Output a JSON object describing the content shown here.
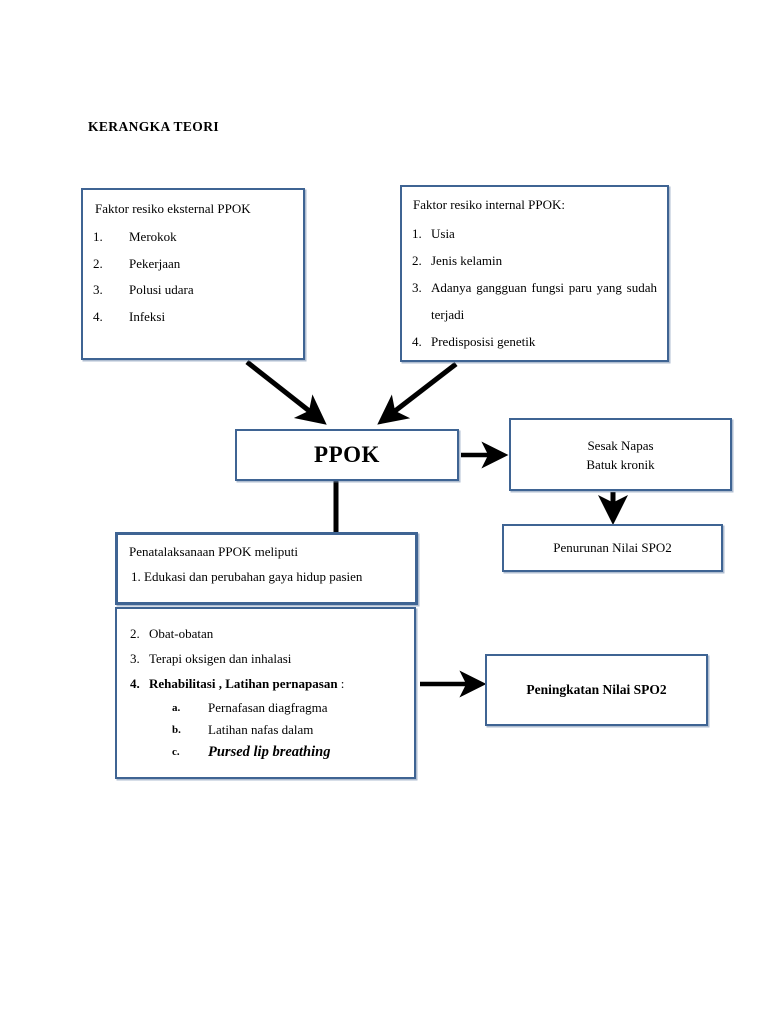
{
  "page": {
    "title": "KERANGKA TEORI"
  },
  "boxes": {
    "external_risk": {
      "heading": "Faktor resiko eksternal PPOK",
      "items": [
        {
          "num": "1.",
          "text": "Merokok"
        },
        {
          "num": "2.",
          "text": "Pekerjaan"
        },
        {
          "num": "3.",
          "text": "Polusi udara"
        },
        {
          "num": "4.",
          "text": "Infeksi"
        }
      ]
    },
    "internal_risk": {
      "heading": "Faktor resiko internal PPOK:",
      "items": [
        {
          "num": "1.",
          "text": "Usia"
        },
        {
          "num": "2.",
          "text": "Jenis kelamin"
        },
        {
          "num": "3.",
          "text": "Adanya gangguan fungsi paru yang sudah terjadi"
        },
        {
          "num": "4.",
          "text": "Predisposisi genetik"
        }
      ]
    },
    "ppok": {
      "label": "PPOK"
    },
    "symptoms": {
      "line1": "Sesak Napas",
      "line2": "Batuk kronik"
    },
    "spo2_decrease": {
      "label": "Penurunan Nilai SPO2"
    },
    "treatment_top": {
      "heading": "Penatalaksanaan PPOK meliputi",
      "item1": "1. Edukasi dan perubahan gaya hidup pasien"
    },
    "treatment_bottom": {
      "items": [
        {
          "num": "2.",
          "text": "Obat-obatan"
        },
        {
          "num": "3.",
          "text": "Terapi oksigen dan inhalasi"
        },
        {
          "num": "4.",
          "text": "Rehabilitasi , Latihan pernapasan",
          "suffix": " :"
        }
      ],
      "subitems": [
        {
          "num": "a.",
          "text": "Pernafasan diagfragma"
        },
        {
          "num": "b.",
          "text": "Latihan nafas dalam"
        },
        {
          "num": "c.",
          "text": "Pursed lip breathing"
        }
      ]
    },
    "spo2_increase": {
      "label": "Peningkatan Nilai SPO2"
    }
  },
  "colors": {
    "box_border": "#3f6493",
    "box_shadow": "#6e87aa",
    "connector": "#000000",
    "text": "#000000",
    "background": "#ffffff"
  },
  "connectors": [
    {
      "name": "external-risk-to-ppok",
      "type": "arrow-diagonal"
    },
    {
      "name": "internal-risk-to-ppok",
      "type": "arrow-diagonal"
    },
    {
      "name": "ppok-to-symptoms",
      "type": "arrow-right"
    },
    {
      "name": "symptoms-to-spo2-decrease",
      "type": "arrow-down"
    },
    {
      "name": "ppok-to-treatment",
      "type": "line-vertical"
    },
    {
      "name": "treatment-to-spo2-increase",
      "type": "arrow-right"
    }
  ]
}
